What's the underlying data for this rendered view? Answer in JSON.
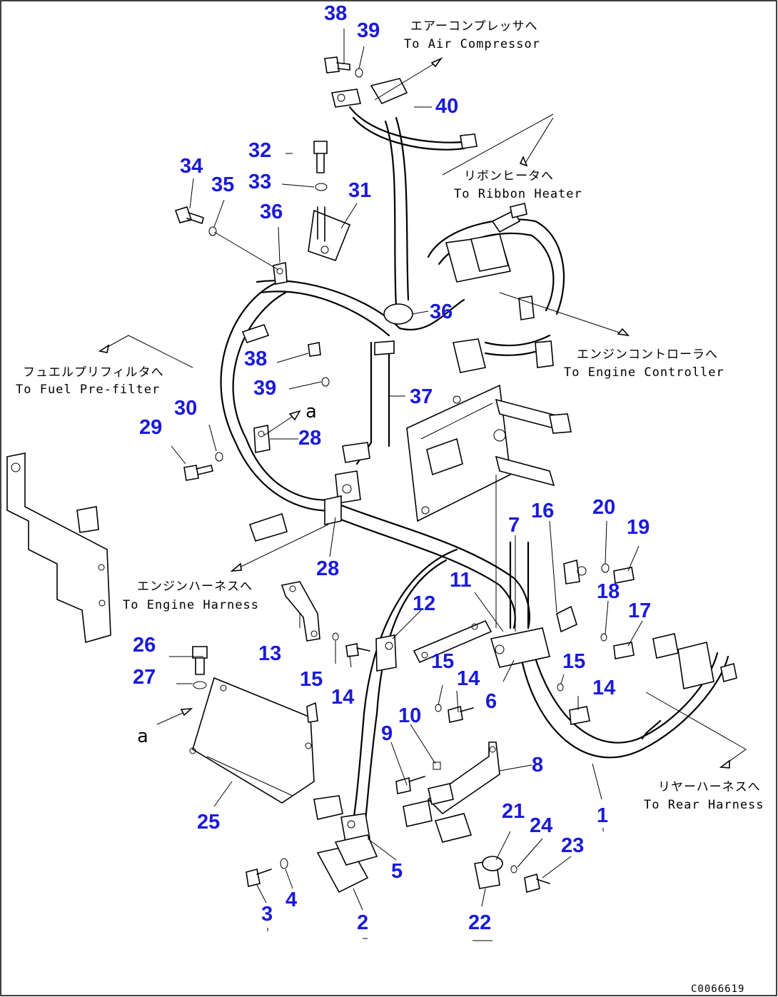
{
  "diagram_code": "C0066619",
  "callouts": {
    "c38a": "38",
    "c39a": "39",
    "c40": "40",
    "c32": "32",
    "c33": "33",
    "c31": "31",
    "c34": "34",
    "c35": "35",
    "c36a": "36",
    "c36b": "36",
    "c38b": "38",
    "c39b": "39",
    "c37": "37",
    "c30": "30",
    "c29": "29",
    "c28a": "28",
    "c28b": "28",
    "c7": "7",
    "c16": "16",
    "c20": "20",
    "c19": "19",
    "c11": "11",
    "c12": "12",
    "c18": "18",
    "c17": "17",
    "c13": "13",
    "c26": "26",
    "c27": "27",
    "c15a": "15",
    "c15b": "15",
    "c15c": "15",
    "c14a": "14",
    "c14b": "14",
    "c14c": "14",
    "c6": "6",
    "c10": "10",
    "c9": "9",
    "c8": "8",
    "c1": "1",
    "c25": "25",
    "c21": "21",
    "c24": "24",
    "c23": "23",
    "c5": "5",
    "c4": "4",
    "c3": "3",
    "c2": "2",
    "c22": "22"
  },
  "notes": {
    "air_jp": "エアーコンプレッサへ",
    "air_en": "To Air Compressor",
    "ribbon_jp": "リボンヒータへ",
    "ribbon_en": "To Ribbon Heater",
    "fuel_jp": "フュエルプリフィルタへ",
    "fuel_en": "To Fuel Pre-filter",
    "engine_ctrl_jp": "エンジンコントローラへ",
    "engine_ctrl_en": "To Engine Controller",
    "engine_harness_jp": "エンジンハーネスへ",
    "engine_harness_en": "To Engine Harness",
    "rear_jp": "リヤーハーネスへ",
    "rear_en": "To Rear Harness",
    "ref_a1": "a",
    "ref_a2": "a"
  }
}
